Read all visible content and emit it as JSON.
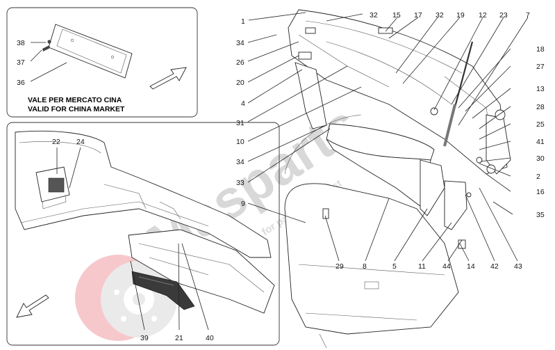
{
  "inset_note": {
    "line1": "VALE PER MERCATO CINA",
    "line2": "VALID FOR CHINA MARKET"
  },
  "watermark": {
    "brand": "Masparts",
    "tagline": "passion for parts specialist",
    "brand_color": "#c7c7c7",
    "logo_color": "#e8707c"
  },
  "callouts": {
    "c1": "1",
    "c2": "2",
    "c4": "4",
    "c5": "5",
    "c7": "7",
    "c8": "8",
    "c9": "9",
    "c10": "10",
    "c11": "11",
    "c12": "12",
    "c13": "13",
    "c14": "14",
    "c15": "15",
    "c16": "16",
    "c17": "17",
    "c18": "18",
    "c19": "19",
    "c20": "20",
    "c21": "21",
    "c22": "22",
    "c23": "23",
    "c24": "24",
    "c25": "25",
    "c26": "26",
    "c27": "27",
    "c28": "28",
    "c29": "29",
    "c30": "30",
    "c31": "31",
    "c32a": "32",
    "c32b": "32",
    "c33": "33",
    "c34a": "34",
    "c34b": "34",
    "c35": "35",
    "c36": "36",
    "c37": "37",
    "c38": "38",
    "c39": "39",
    "c40": "40",
    "c41": "41",
    "c42": "42",
    "c43": "43",
    "c44": "44"
  }
}
